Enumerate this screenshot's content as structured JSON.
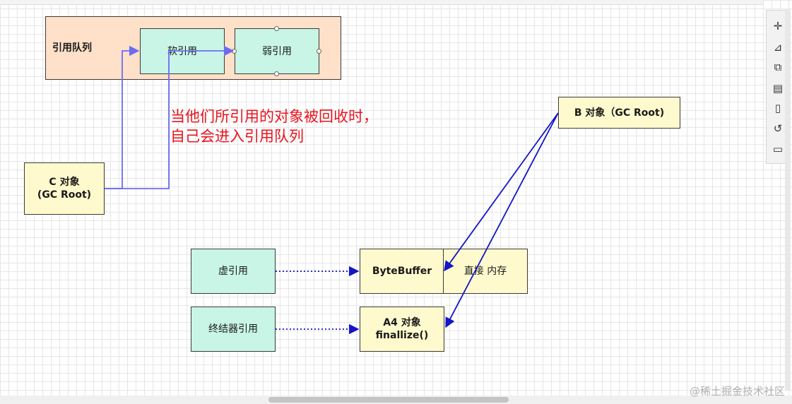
{
  "nodes": {
    "ref_queue": "引用队列",
    "soft_ref": "软引用",
    "weak_ref": "弱引用",
    "c_object": "C 对象\n(GC Root)",
    "b_object": "B 对象（GC Root)",
    "phantom_ref": "虚引用",
    "finalizer_ref": "终结器引用",
    "bytebuffer": "ByteBuffer",
    "direct_memory": "直接 内存",
    "a4_object": "A4 对象\nfinallize()"
  },
  "annotation": "当他们所引用的对象被回收时，\n自己会进入引用队列",
  "watermark": "@稀土掘金技术社区",
  "colors": {
    "object_fill": "#fffacd",
    "reference_fill": "#c8f5e6",
    "queue_fill": "#ffe0c8",
    "strong_edge": "#1414c8",
    "queue_edge": "#6c6cf0",
    "annotation": "#e8141e"
  },
  "toolbar": {
    "icons": [
      "crosshair-icon",
      "format-icon",
      "arrange-icon",
      "pages-icon",
      "page-icon",
      "history-icon",
      "comment-icon"
    ]
  },
  "edges": [
    {
      "from": "c_object",
      "to": "soft_ref",
      "style": "solid-light"
    },
    {
      "from": "c_object",
      "to": "weak_ref",
      "style": "solid-light"
    },
    {
      "from": "b_object",
      "to": "bytebuffer",
      "style": "solid"
    },
    {
      "from": "b_object",
      "to": "a4_object",
      "style": "solid"
    },
    {
      "from": "phantom_ref",
      "to": "bytebuffer",
      "style": "dotted"
    },
    {
      "from": "finalizer_ref",
      "to": "a4_object",
      "style": "dotted"
    }
  ]
}
